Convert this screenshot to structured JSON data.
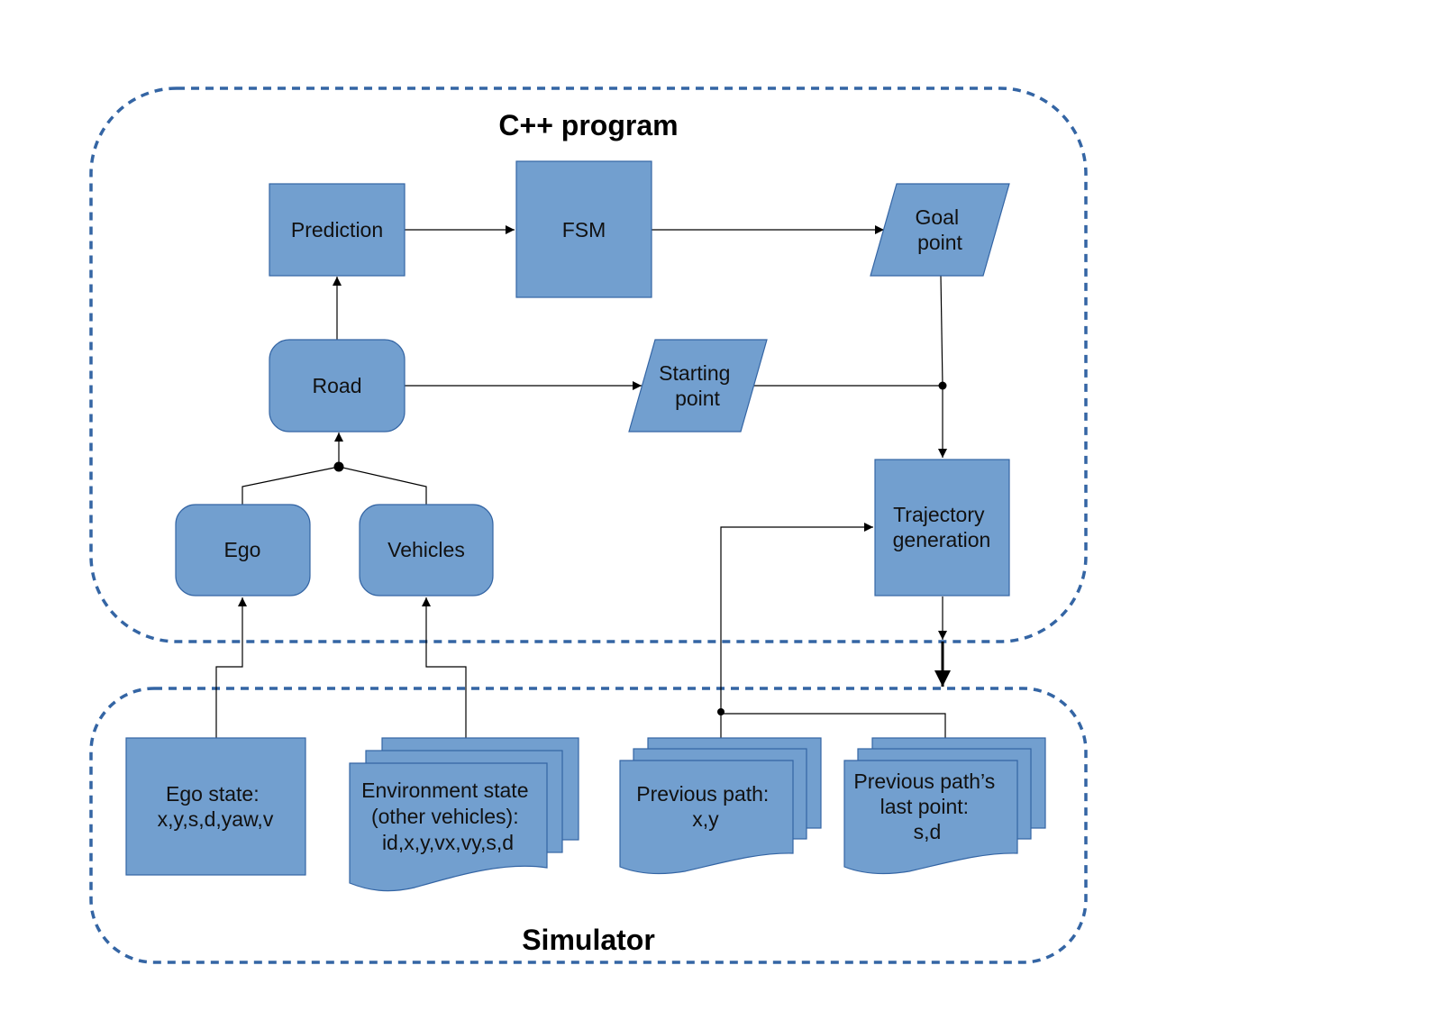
{
  "groups": {
    "cpp_program": "C++ program",
    "simulator": "Simulator"
  },
  "nodes": {
    "prediction": [
      "Prediction"
    ],
    "fsm": [
      "FSM"
    ],
    "goal_point": [
      "Goal",
      "point"
    ],
    "road": [
      "Road"
    ],
    "starting_point": [
      "Starting",
      "point"
    ],
    "trajectory_generation": [
      "Trajectory",
      "generation"
    ],
    "ego": [
      "Ego"
    ],
    "vehicles": [
      "Vehicles"
    ],
    "ego_state": [
      "Ego state:",
      "x,y,s,d,yaw,v"
    ],
    "environment_state": [
      "Environment state",
      "(other vehicles):",
      "id,x,y,vx,vy,s,d"
    ],
    "previous_path": [
      "Previous path:",
      "x,y"
    ],
    "previous_path_last_point": [
      "Previous path’s",
      "last point:",
      "s,d"
    ]
  },
  "colors": {
    "node_fill": "#729fcf",
    "node_stroke": "#3465a4",
    "group_border": "#3465a4",
    "edge": "#000000"
  }
}
